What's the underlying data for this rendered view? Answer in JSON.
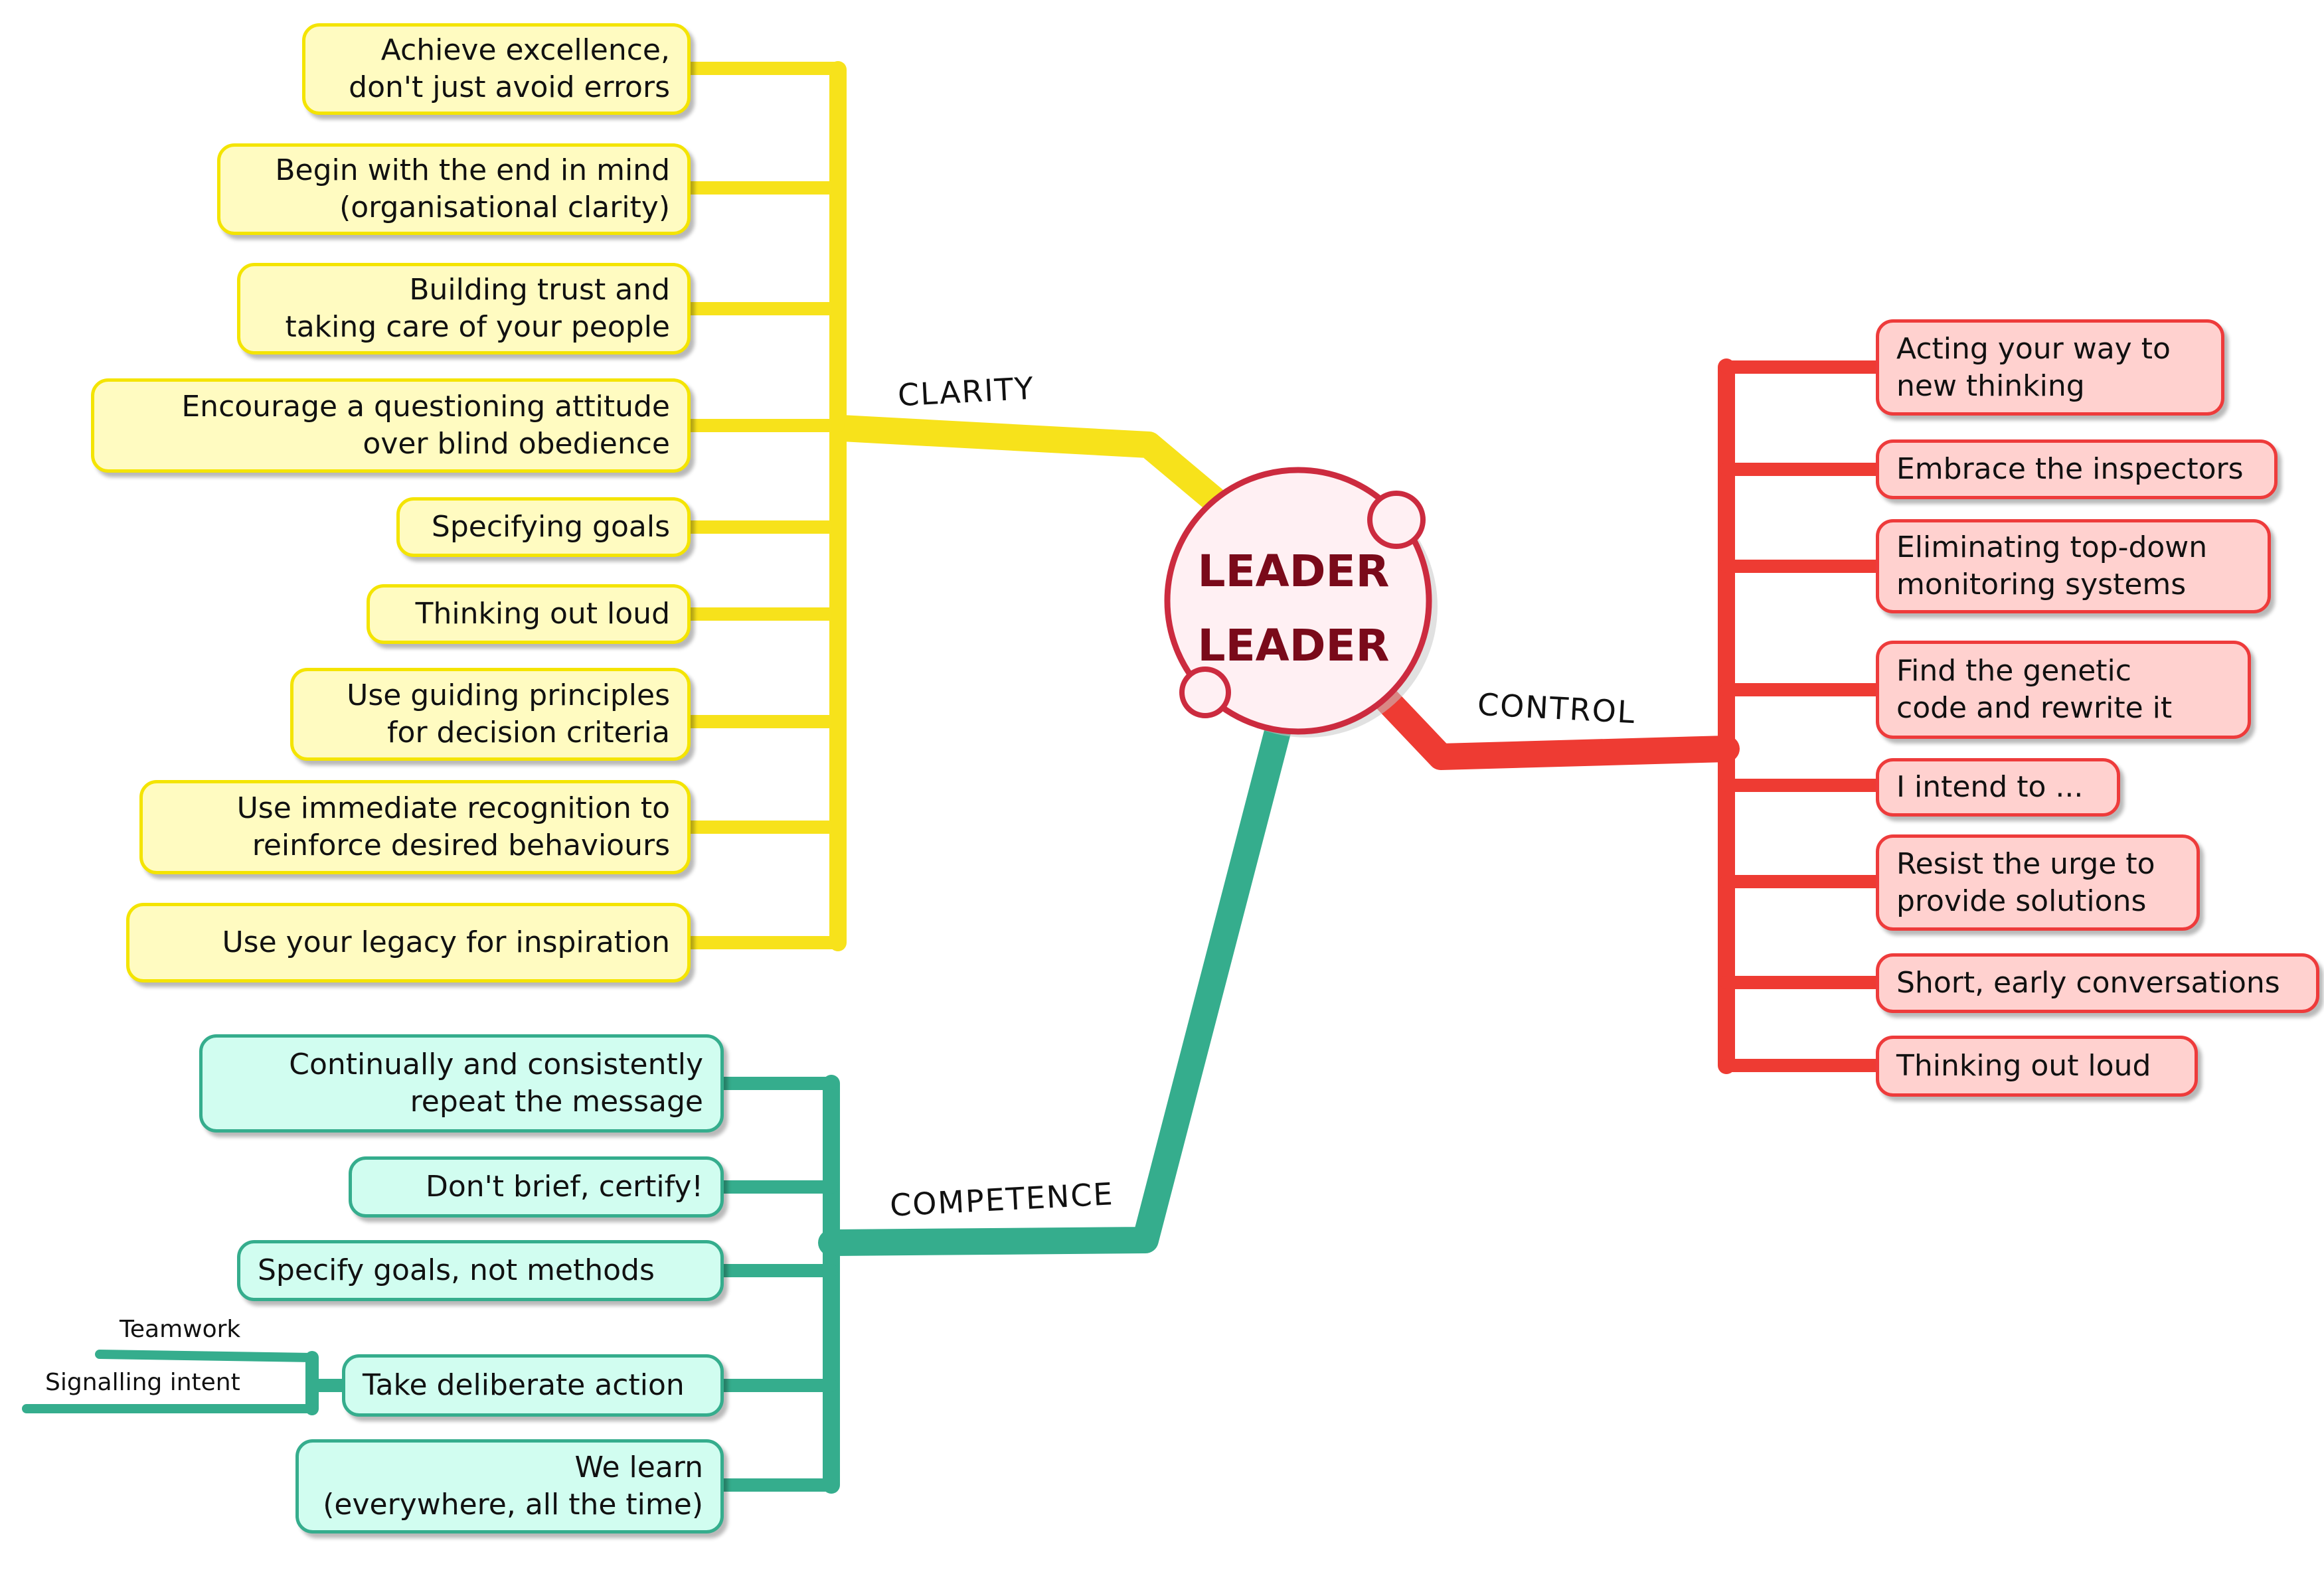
{
  "center": {
    "line1": "LEADER",
    "line2": "LEADER"
  },
  "branches": {
    "clarity": {
      "label": "CLARITY",
      "color": "#f7e21b",
      "items": [
        "Achieve excellence,\ndon't just avoid errors",
        "Begin with the end in mind\n(organisational clarity)",
        "Building trust and\ntaking care of your people",
        "Encourage a questioning attitude\nover blind obedience",
        "Specifying goals",
        "Thinking out loud",
        "Use guiding principles\nfor decision criteria",
        "Use immediate recognition  to\nreinforce desired behaviours",
        "Use your legacy for inspiration"
      ]
    },
    "competence": {
      "label": "COMPETENCE",
      "color": "#35ad8d",
      "items": [
        "Continually and consistently\nrepeat the message",
        "Don't brief, certify!",
        "Specify goals, not methods",
        "Take deliberate action",
        "We learn\n(everywhere, all the time)"
      ],
      "subitems": [
        "Teamwork",
        "Signalling intent"
      ]
    },
    "control": {
      "label": "CONTROL",
      "color": "#ee3b33",
      "items": [
        "Acting your way to\nnew thinking",
        "Embrace the inspectors",
        "Eliminating top-down\nmonitoring systems",
        "Find the genetic\ncode and rewrite it",
        "I intend to ...",
        "Resist the urge to\nprovide solutions",
        "Short, early conversations",
        "Thinking out loud"
      ]
    }
  }
}
